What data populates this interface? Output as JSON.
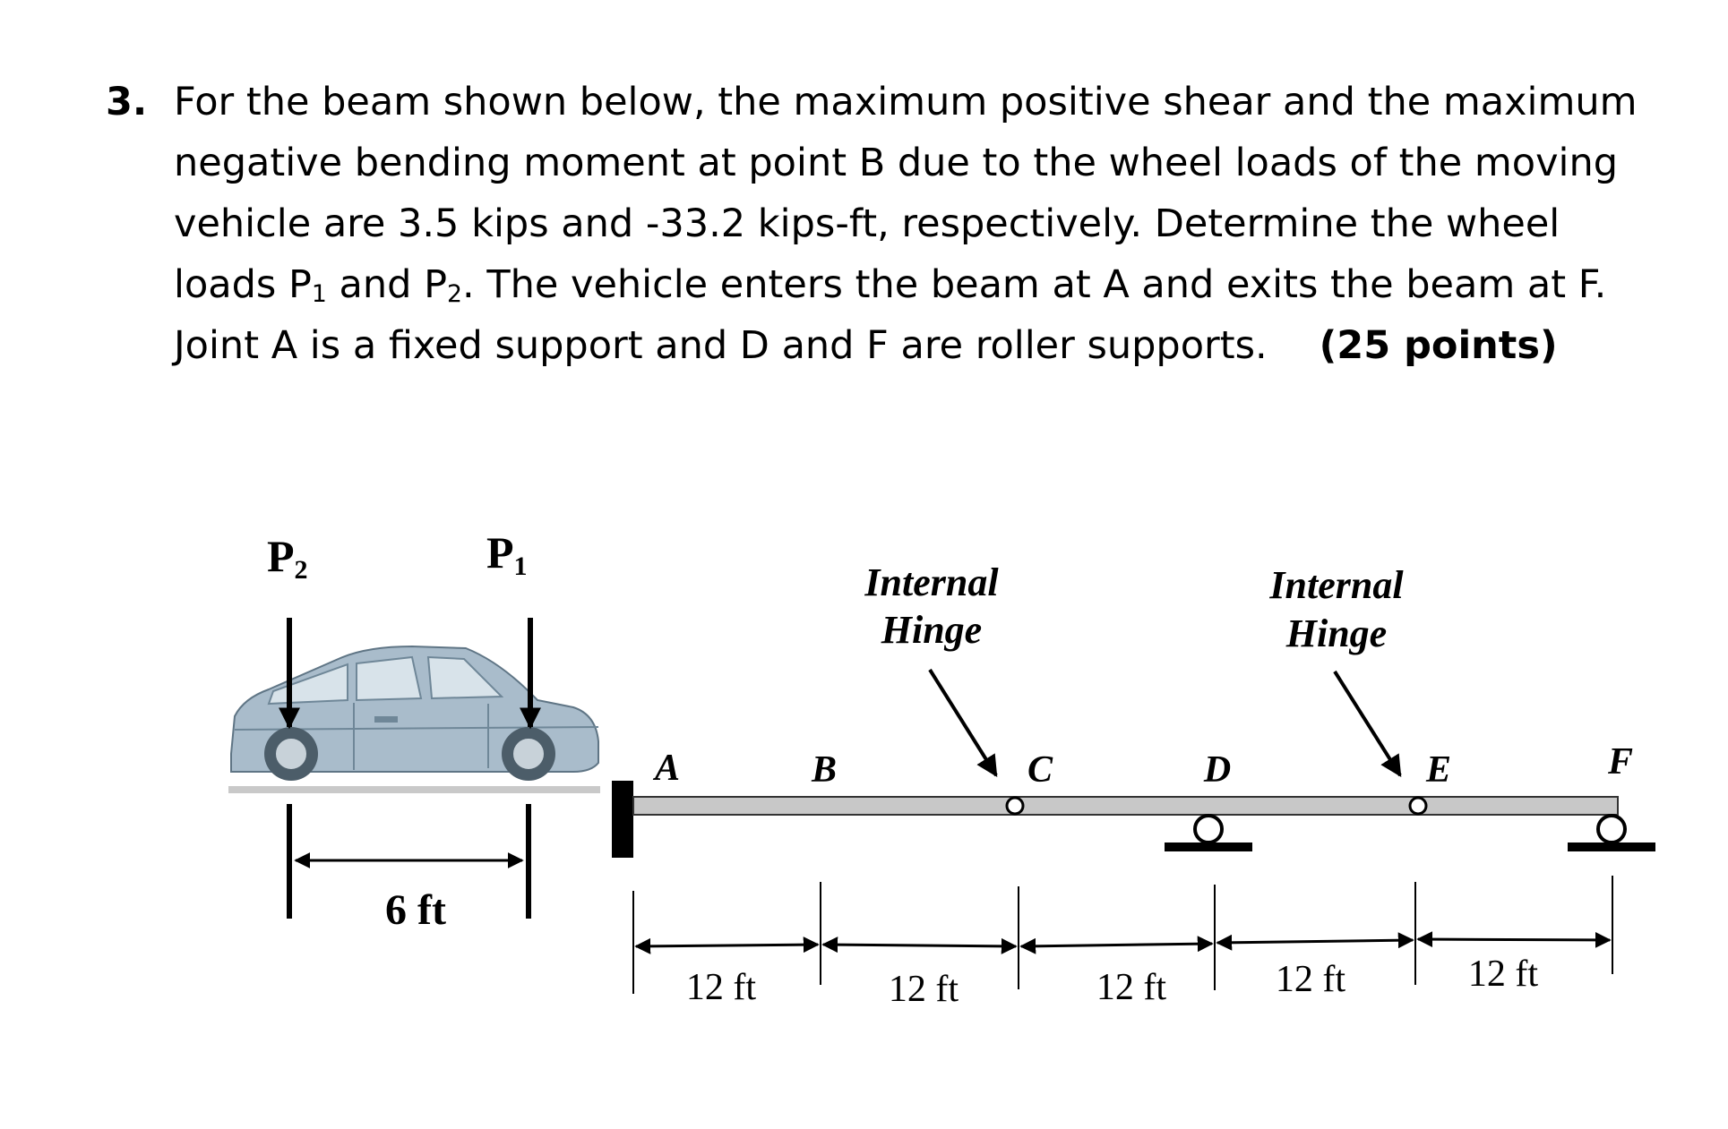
{
  "problem": {
    "number": "3.",
    "lines": [
      "For the beam shown below, the maximum positive shear and the maximum",
      "negative bending moment at point B due to the wheel loads of the moving",
      "vehicle are 3.5 kips and -33.2 kips-ft, respectively. Determine the wheel"
    ],
    "line4": {
      "a": "loads P",
      "s1": "1",
      "b": " and P",
      "s2": "2",
      "c": ". The vehicle enters the beam at A and exits the beam at F."
    },
    "line5": "Joint A is a fixed support and D and F are roller supports.",
    "points": "(25 points)"
  },
  "diagram": {
    "loads": {
      "p2": {
        "base": "P",
        "sub": "2"
      },
      "p1": {
        "base": "P",
        "sub": "1"
      }
    },
    "wheelbase": "6 ft",
    "hinge_c": {
      "line1": "Internal",
      "line2": "Hinge"
    },
    "hinge_e": {
      "line1": "Internal",
      "line2": "Hinge"
    },
    "points": {
      "A": "A",
      "B": "B",
      "C": "C",
      "D": "D",
      "E": "E",
      "F": "F"
    },
    "spans": [
      "12 ft",
      "12 ft",
      "12 ft",
      "12 ft",
      "12 ft"
    ],
    "colors": {
      "beam": "#c8c8c8",
      "car_body": "#a9bccb",
      "car_dark": "#6f8798",
      "ground": "#c9c9c9"
    }
  }
}
